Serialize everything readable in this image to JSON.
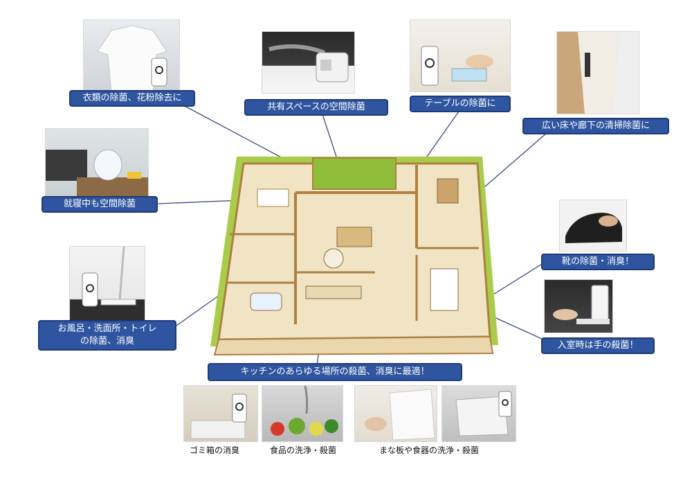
{
  "callouts": {
    "clothing": "衣類の除菌、花粉除去に",
    "shared_space": "共有スペースの空間除菌",
    "table": "テーブルの除菌に",
    "floor": "広い床や廊下の清掃除菌に",
    "sleep": "就寝中も空間除菌",
    "bath_line1": "お風呂・洗面所・トイレ",
    "bath_line2": "の除菌、消臭",
    "shoes": "靴の除菌・消臭！",
    "hands": "入室時は手の殺菌！",
    "kitchen": "キッチンのあらゆる場所の殺菌、消臭に最適！"
  },
  "captions": {
    "trash": "ゴミ箱の消臭",
    "food": "食品の洗浄・殺菌",
    "board": "まな板や食器の洗浄・殺菌"
  },
  "colors": {
    "label_bg": "#2f55a0",
    "label_border": "#1d3a78",
    "line": "#3b4a7a",
    "lawn": "#a9cc4a",
    "floor": "#f1e4c4",
    "wall": "#ad7f42"
  }
}
